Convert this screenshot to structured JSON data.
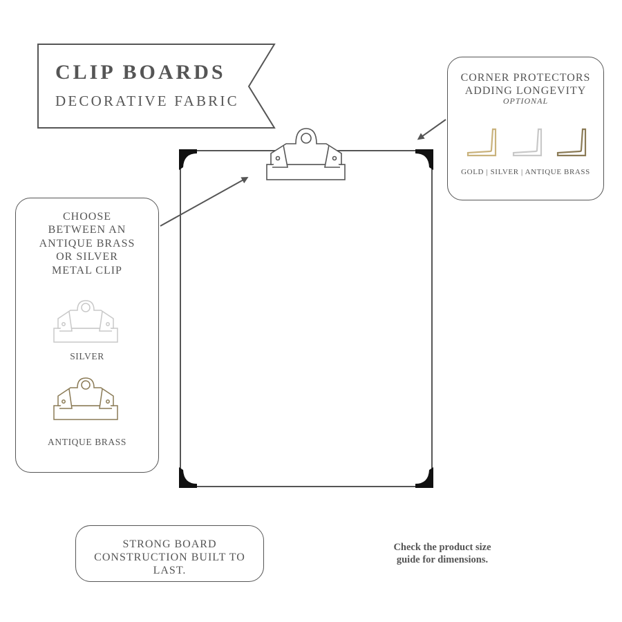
{
  "banner": {
    "title": "CLIP BOARDS",
    "subtitle": "DECORATIVE FABRIC"
  },
  "corner_protectors": {
    "heading_line1": "CORNER PROTECTORS",
    "heading_line2": "ADDING LONGEVITY",
    "optional": "OPTIONAL",
    "options_label": "GOLD | SILVER | ANTIQUE BRASS",
    "colors": {
      "gold": "#c9b27c",
      "silver": "#c8c8c8",
      "antique_brass": "#8a7a55"
    }
  },
  "clip_choice": {
    "heading_line1": "CHOOSE",
    "heading_line2": "BETWEEN AN",
    "heading_line3": "ANTIQUE BRASS",
    "heading_line4": "OR SILVER",
    "heading_line5": "METAL CLIP",
    "silver_label": "SILVER",
    "brass_label": "ANTIQUE BRASS",
    "colors": {
      "silver": "#c8c8c8",
      "antique_brass": "#8a7a55"
    }
  },
  "construction": {
    "line1": "STRONG BOARD",
    "line2": "CONSTRUCTION BUILT TO",
    "line3": "LAST."
  },
  "size_guide": {
    "line1": "Check the product size",
    "line2": "guide for dimensions."
  },
  "colors": {
    "outline": "#555555",
    "corner_fill": "#111111"
  }
}
